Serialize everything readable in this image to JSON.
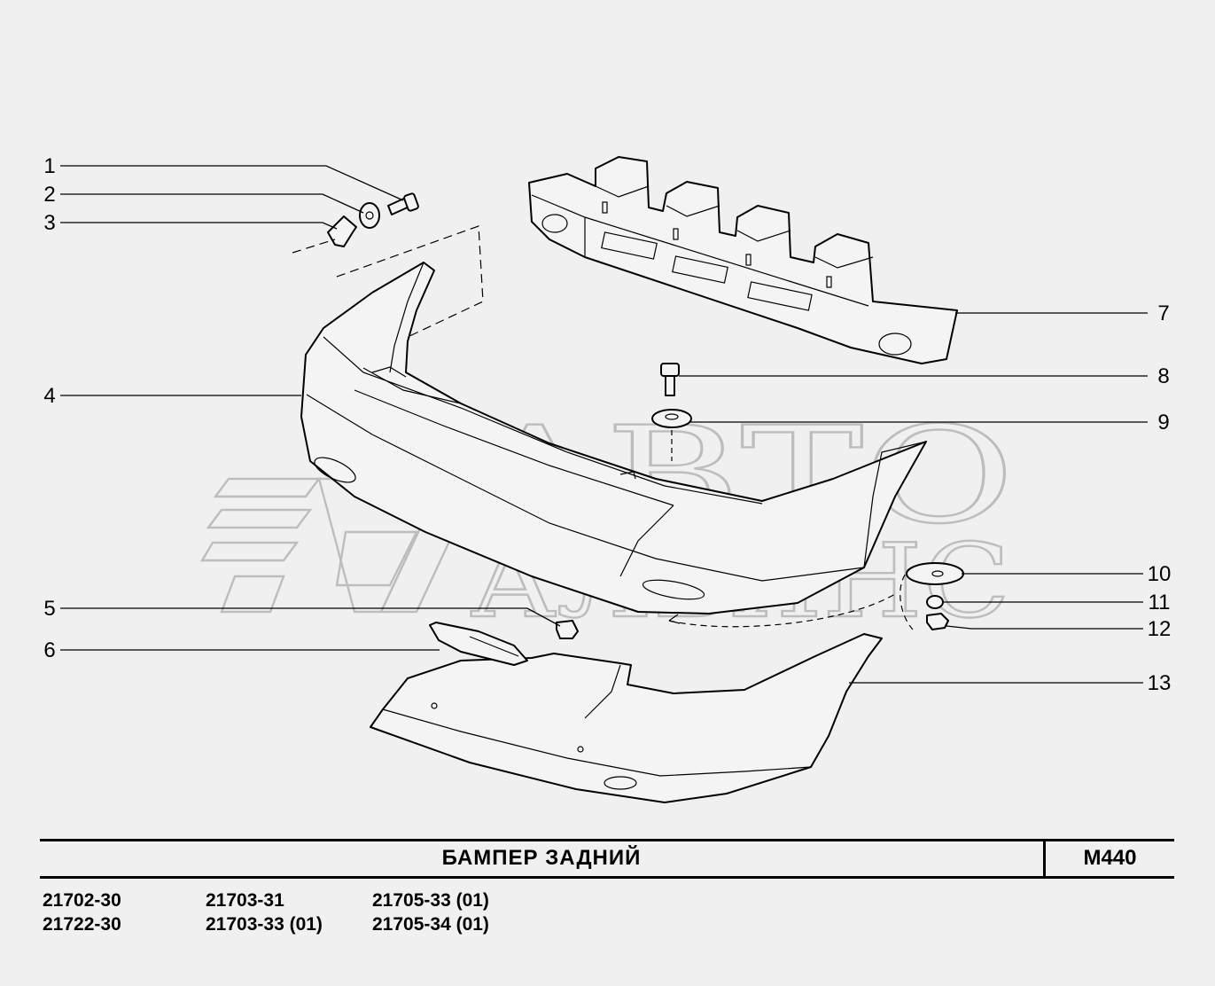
{
  "title": "БАМПЕР   ЗАДНИЙ",
  "code": "М440",
  "watermark": {
    "line1": "АВТО",
    "line2": "АЛЬЯНС"
  },
  "callouts": [
    {
      "label": "1",
      "part": "bolt"
    },
    {
      "label": "2",
      "part": "washer"
    },
    {
      "label": "3",
      "part": "clip"
    },
    {
      "label": "4",
      "part": "bumper-body"
    },
    {
      "label": "5",
      "part": "nut"
    },
    {
      "label": "6",
      "part": "reflector"
    },
    {
      "label": "7",
      "part": "energy-absorber"
    },
    {
      "label": "8",
      "part": "bolt"
    },
    {
      "label": "9",
      "part": "washer"
    },
    {
      "label": "10",
      "part": "washer"
    },
    {
      "label": "11",
      "part": "spring-washer"
    },
    {
      "label": "12",
      "part": "nut"
    },
    {
      "label": "13",
      "part": "bumper-lower-trim"
    }
  ],
  "models": [
    [
      "21702-30",
      "21722-30"
    ],
    [
      "21703-31",
      "21703-33 (01)"
    ],
    [
      "21705-33 (01)",
      "21705-34 (01)"
    ]
  ]
}
